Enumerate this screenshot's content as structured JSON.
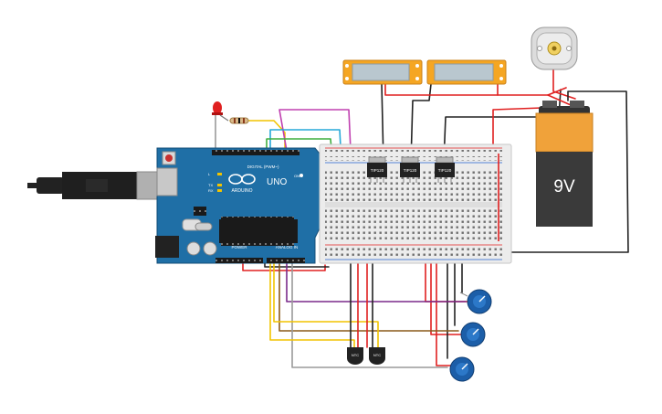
{
  "arduino": {
    "brand": "ARDUINO",
    "model": "UNO",
    "digital_header": "DIGITAL (PWM~)",
    "power_label": "POWER",
    "analog_label": "ANALOG IN",
    "led_labels": [
      "L",
      "TX",
      "RX"
    ],
    "on_label": "ON",
    "board_color": "#1f6fa6"
  },
  "transistors": {
    "label": "TIP120",
    "count": 3
  },
  "battery": {
    "label": "9V",
    "body_color": "#3a3a3a",
    "top_color": "#f0a23a"
  },
  "sensors": {
    "labels": [
      "NTC",
      "NTC"
    ]
  },
  "potentiometers": {
    "count": 3,
    "color": "#1c5ea8"
  },
  "wire_colors": {
    "red": "#e02020",
    "black": "#222222",
    "magenta": "#c040b0",
    "cyan": "#26a8d8",
    "green": "#3fae3f",
    "yellow": "#f2c400",
    "purple": "#7a2a8a",
    "gray": "#9a9a9a",
    "brown": "#8a5a1a",
    "orange": "#f0a030",
    "blue": "#2060d0"
  }
}
